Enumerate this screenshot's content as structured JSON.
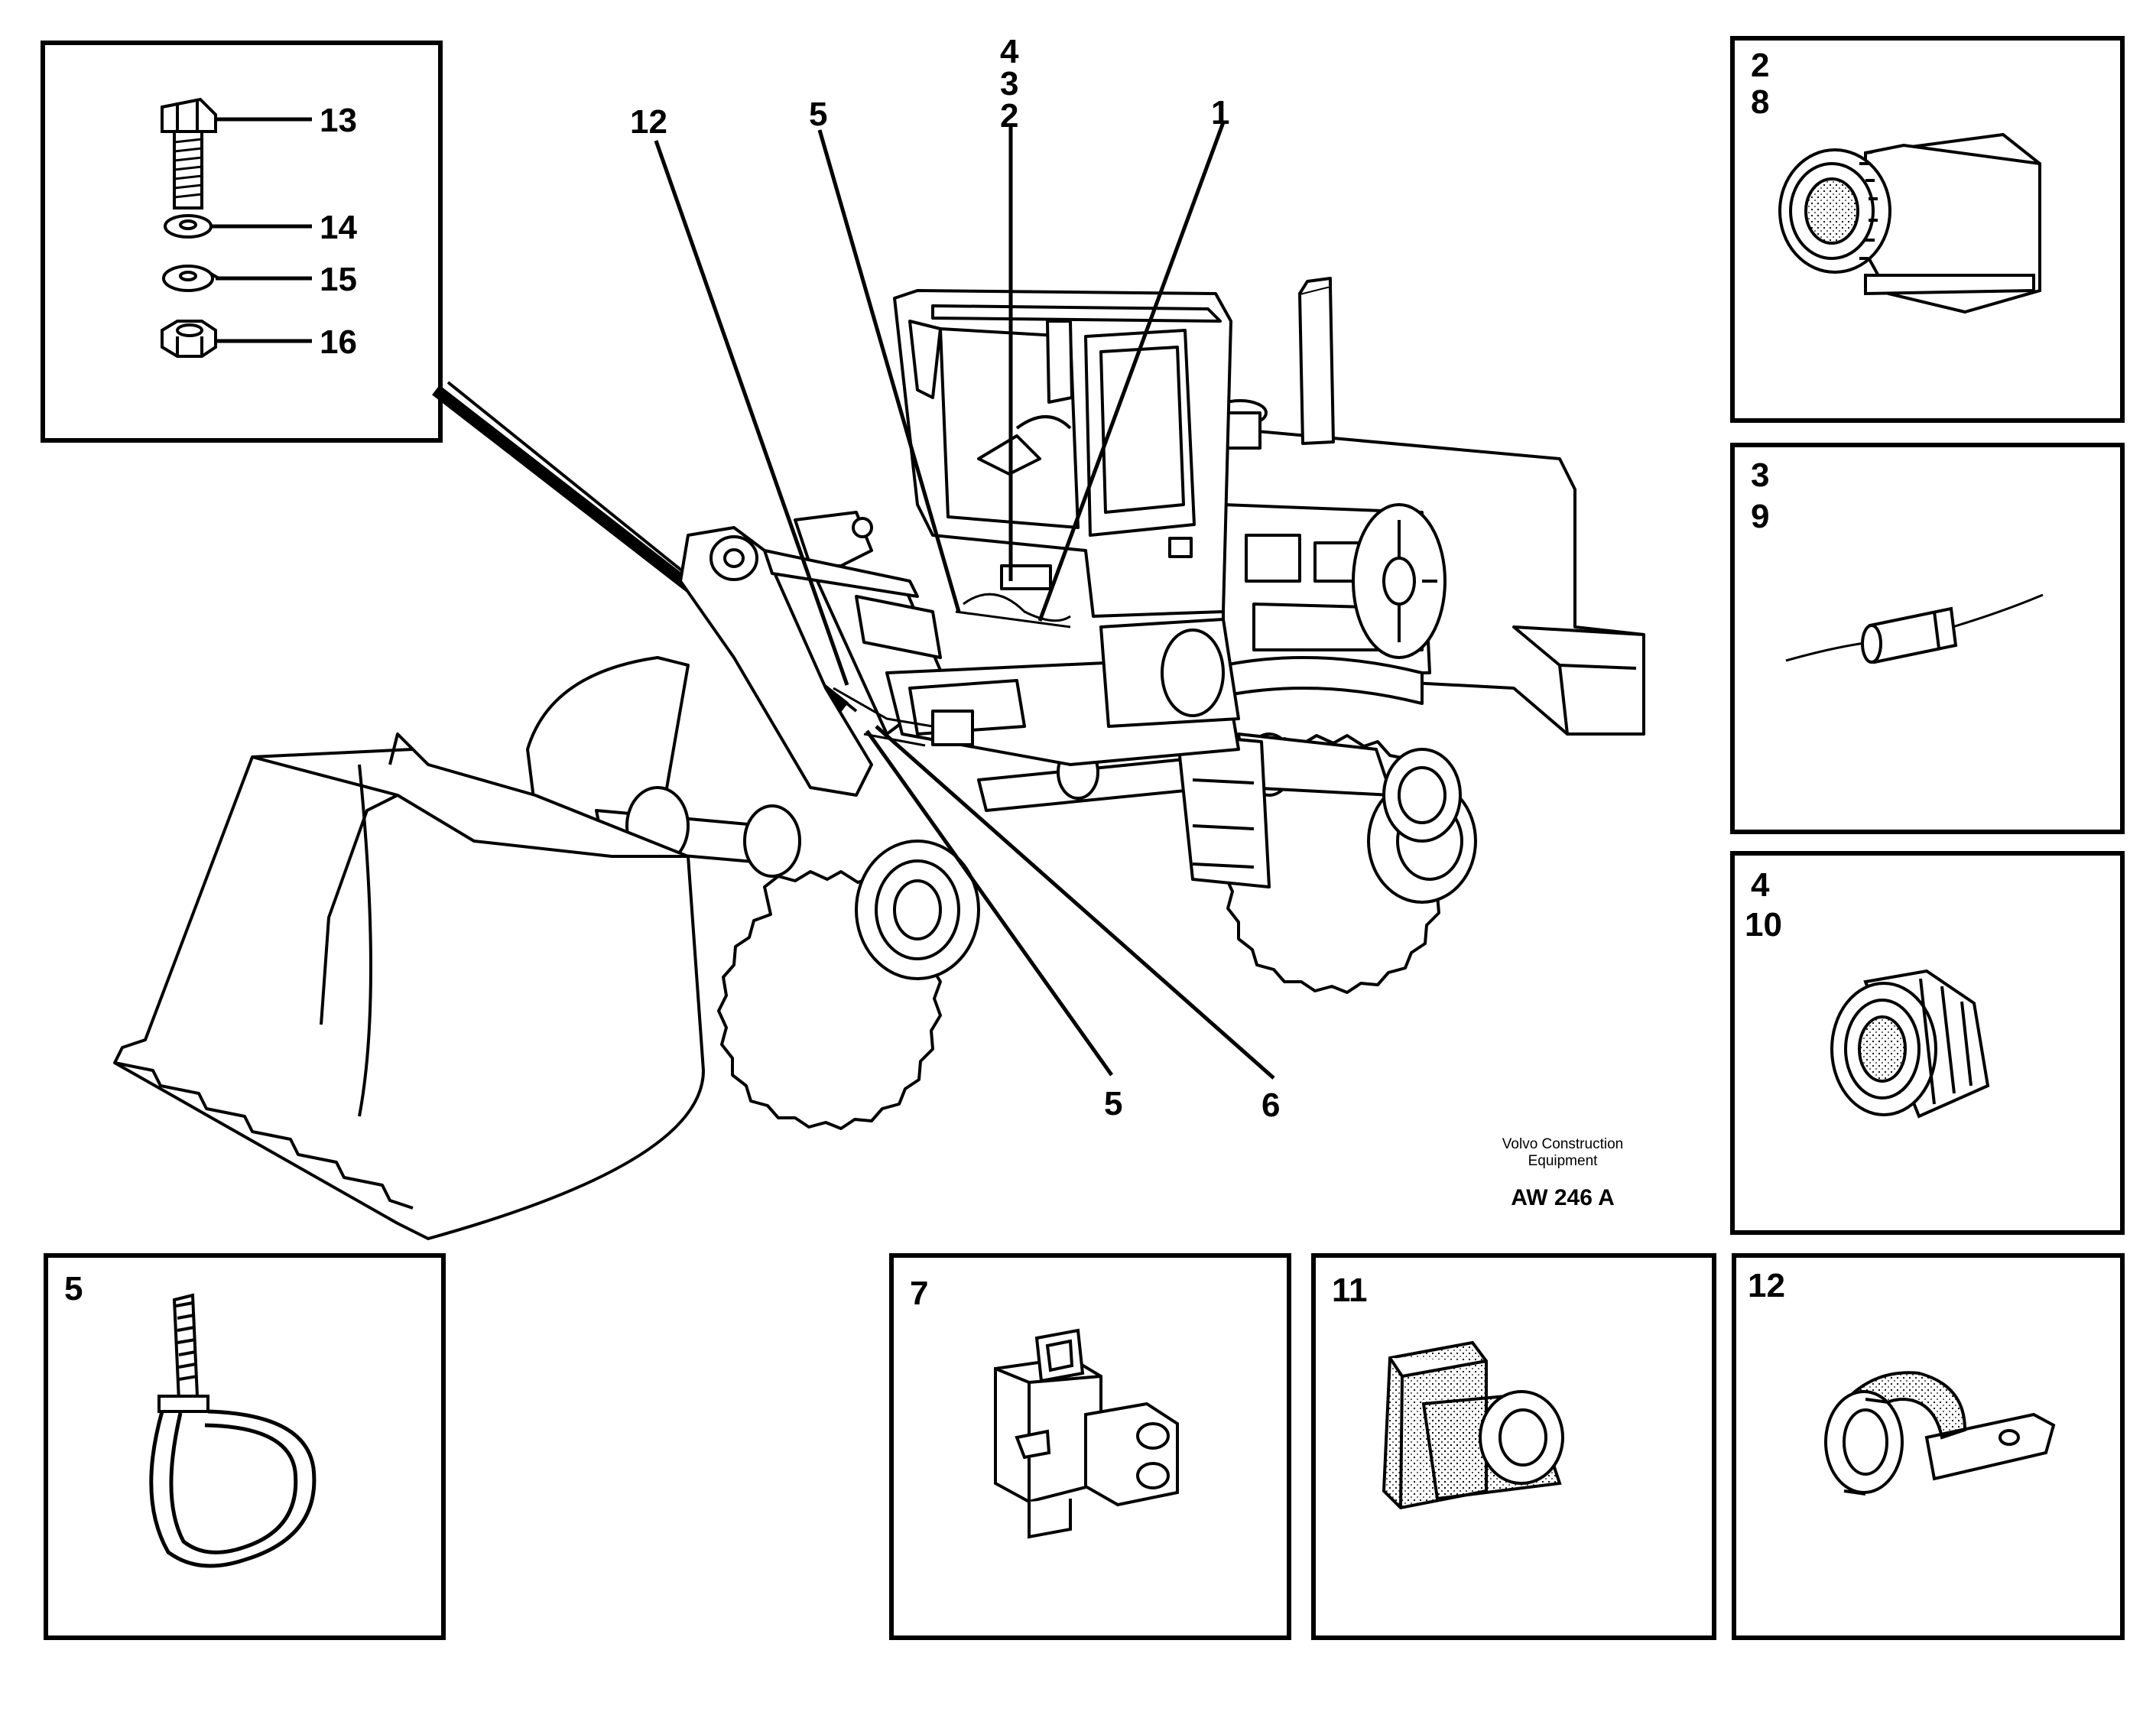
{
  "detail_fastener": {
    "labels": [
      "13",
      "14",
      "15",
      "16"
    ],
    "icons": [
      "bolt-icon",
      "washer-icon",
      "lock-washer-icon",
      "hex-nut-icon"
    ]
  },
  "callouts": {
    "label_12": "12",
    "label_5_top": "5",
    "stack_4": "4",
    "stack_3": "3",
    "stack_2": "2",
    "label_1": "1",
    "label_5_bottom": "5",
    "label_6": "6"
  },
  "panels": {
    "p2_8": {
      "line1": "2",
      "line2": "8",
      "icon": "connector-plug-icon"
    },
    "p3_9": {
      "line1": "3",
      "line2": "9",
      "icon": "diode-icon"
    },
    "p4_10": {
      "line1": "4",
      "line2": "10",
      "icon": "connector-cap-icon"
    },
    "p5": {
      "line1": "5",
      "icon": "cable-tie-icon"
    },
    "p7": {
      "line1": "7",
      "icon": "connector-housing-icon"
    },
    "p11": {
      "line1": "11",
      "icon": "grommet-icon"
    },
    "p12": {
      "line1": "12",
      "icon": "cable-clip-icon"
    }
  },
  "credit": {
    "line1": "Volvo Construction",
    "line2": "Equipment"
  },
  "drawing_code": "AW 246 A"
}
